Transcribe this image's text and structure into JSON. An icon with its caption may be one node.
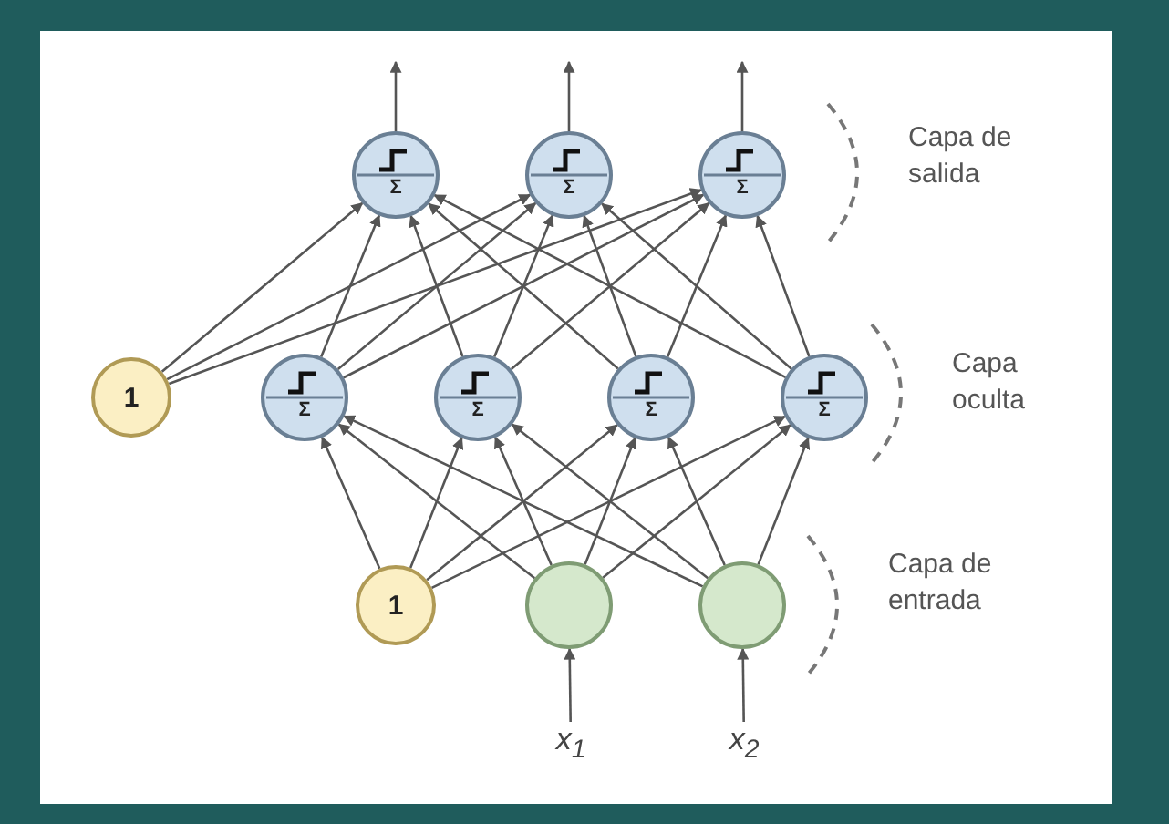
{
  "diagram": {
    "nodes": [
      {
        "text": [
          "Σ"
        ]
      },
      {
        "text": [
          "Σ"
        ]
      },
      {
        "text": [
          "Σ"
        ]
      },
      {
        "text": [
          "1"
        ]
      },
      {
        "text": [
          "Σ"
        ]
      },
      {
        "text": [
          "Σ"
        ]
      },
      {
        "text": [
          "Σ"
        ]
      },
      {
        "text": [
          "Σ"
        ]
      },
      {
        "text": [
          "1"
        ]
      },
      {
        "text": [],
        "shape": "circle"
      },
      {
        "text": [],
        "shape": "circle"
      },
      {
        "text": [
          "x$_{1}$"
        ]
      },
      {
        "text": [
          "x$_{2}$"
        ]
      }
    ],
    "edges": [
      {
        "from": 0,
        "to": null,
        "arrow": "to"
      },
      {
        "from": 1,
        "to": null,
        "arrow": "to"
      },
      {
        "from": 2,
        "to": null,
        "arrow": "to"
      },
      {
        "from": 3,
        "to": 0,
        "arrow": "to"
      },
      {
        "from": 3,
        "to": 1,
        "arrow": "to"
      },
      {
        "from": 3,
        "to": 2,
        "arrow": "to"
      },
      {
        "from": 4,
        "to": 0,
        "arrow": "to"
      },
      {
        "from": 4,
        "to": 1,
        "arrow": "to"
      },
      {
        "from": 4,
        "to": 2,
        "arrow": "to"
      },
      {
        "from": 5,
        "to": 0,
        "arrow": "to"
      },
      {
        "from": 5,
        "to": 1,
        "arrow": "to"
      },
      {
        "from": 5,
        "to": 2,
        "arrow": "to"
      },
      {
        "from": 6,
        "to": 0,
        "arrow": "to"
      },
      {
        "from": 6,
        "to": 1,
        "arrow": "to"
      },
      {
        "from": 6,
        "to": 2,
        "arrow": "to"
      },
      {
        "from": 7,
        "to": 0,
        "arrow": "to"
      },
      {
        "from": 7,
        "to": 1,
        "arrow": "to"
      },
      {
        "from": 7,
        "to": 2,
        "arrow": "to"
      },
      {
        "from": 8,
        "to": 4,
        "arrow": "to"
      },
      {
        "from": 8,
        "to": 5,
        "arrow": "to"
      },
      {
        "from": 8,
        "to": 6,
        "arrow": "to"
      },
      {
        "from": 8,
        "to": 7,
        "arrow": "to"
      },
      {
        "from": 9,
        "to": 4,
        "arrow": "to"
      },
      {
        "from": 9,
        "to": 5,
        "arrow": "to"
      },
      {
        "from": 9,
        "to": 6,
        "arrow": "to"
      },
      {
        "from": 9,
        "to": 7,
        "arrow": "to"
      },
      {
        "from": 10,
        "to": 4,
        "arrow": "to"
      },
      {
        "from": 10,
        "to": 5,
        "arrow": "to"
      },
      {
        "from": 10,
        "to": 6,
        "arrow": "to"
      },
      {
        "from": 10,
        "to": 7,
        "arrow": "to"
      },
      {
        "from": 11,
        "to": 9,
        "arrow": "to"
      },
      {
        "from": 12,
        "to": 10,
        "arrow": "to"
      }
    ],
    "labels": [
      "Capa de salida",
      "Capa oculta",
      "Capa de entrada"
    ]
  }
}
